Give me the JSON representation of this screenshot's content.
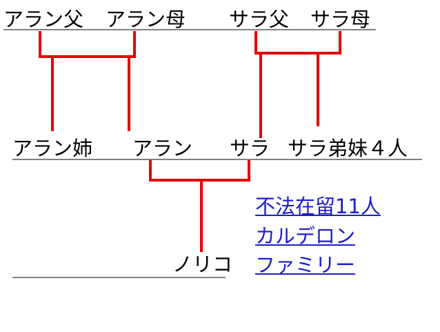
{
  "colors": {
    "line": "#e50000",
    "link": "#1c1ccc",
    "rule": "#000000",
    "text": "#000000"
  },
  "parents": {
    "alan_father": "アラン父",
    "alan_mother": "アラン母",
    "sara_father": "サラ父",
    "sara_mother": "サラ母"
  },
  "children": {
    "alan_sister": "アラン姉",
    "alan": "アラン",
    "sara": "サラ",
    "sara_siblings": "サラ弟妹４人"
  },
  "grandchild": {
    "noriko": "ノリコ"
  },
  "links": [
    "不法在留11人",
    "カルデロン",
    "ファミリー"
  ]
}
